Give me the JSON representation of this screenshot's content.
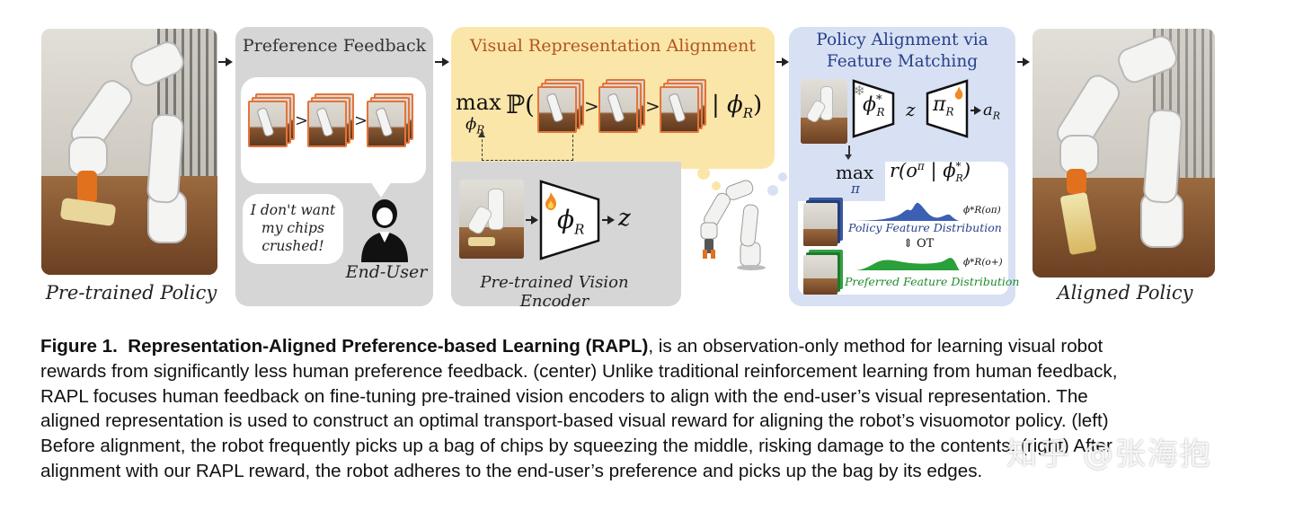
{
  "figure": {
    "left_photo_label": "Pre-trained Policy",
    "right_photo_label": "Aligned Policy",
    "preference_panel": {
      "title": "Preference Feedback",
      "speech": "I don't want my chips crushed!",
      "user_label": "End-User",
      "compare_symbol": ">"
    },
    "alignment_panel": {
      "title": "Visual Representation Alignment",
      "objective_max": "max",
      "objective_sub": "ϕ",
      "objective_sub_r": "R",
      "objective_prob": "ℙ(",
      "objective_given": "| ϕ",
      "objective_given_r": "R",
      "objective_close": ")",
      "encoder_symbol": "ϕ",
      "encoder_symbol_r": "R",
      "encoder_output": "z",
      "encoder_label": "Pre-trained Vision Encoder"
    },
    "policy_panel": {
      "title_line1": "Policy Alignment via",
      "title_line2": "Feature Matching",
      "frozen_encoder": "ϕ",
      "frozen_encoder_sup": "*",
      "frozen_encoder_sub": "R",
      "latent": "z",
      "policy": "π",
      "policy_sub": "R",
      "action": "a",
      "action_sub": "R",
      "max_label": "max",
      "max_sub": "π",
      "reward_expr": "r(o",
      "reward_sup": "π",
      "reward_given": " | ϕ",
      "reward_given_sup": "*",
      "reward_given_sub": "R",
      "reward_close": ")",
      "policy_dist_label": "Policy Feature Distribution",
      "policy_dist_tag": "ϕ*R(oπ)",
      "ot_label": "⇕ OT",
      "preferred_dist_label": "Preferred Feature Distribution",
      "preferred_dist_tag": "ϕ*R(o+)"
    },
    "colors": {
      "gray_panel": "#d6d6d6",
      "yellow_panel": "#fbe6a9",
      "blue_panel": "#d8e1f3",
      "blue_text": "#27408b",
      "green_text": "#1e8a2c",
      "orange_title": "#b1551e"
    },
    "icons": [
      "robot-arm-icon",
      "user-icon",
      "snowflake-icon",
      "flame-icon"
    ]
  },
  "caption": {
    "label": "Figure 1.",
    "title": "Representation-Aligned Preference-based Learning (RAPL)",
    "line1": ", is an observation-only method for learning visual robot",
    "line2": "rewards from significantly less human preference feedback. (center) Unlike traditional reinforcement learning from human feedback,",
    "line3": "RAPL focuses human feedback on fine-tuning pre-trained vision encoders to align with the end-user’s visual representation. The",
    "line4": "aligned representation is used to construct an optimal transport-based visual reward for aligning the robot’s visuomotor policy. (left)",
    "line5": "Before alignment, the robot frequently picks up a bag of chips by squeezing the middle, risking damage to the contents. (right) After",
    "line6": "alignment with our RAPL reward, the robot adheres to the end-user’s preference and picks up the bag by its edges."
  },
  "watermark": "知乎 @张海抱"
}
